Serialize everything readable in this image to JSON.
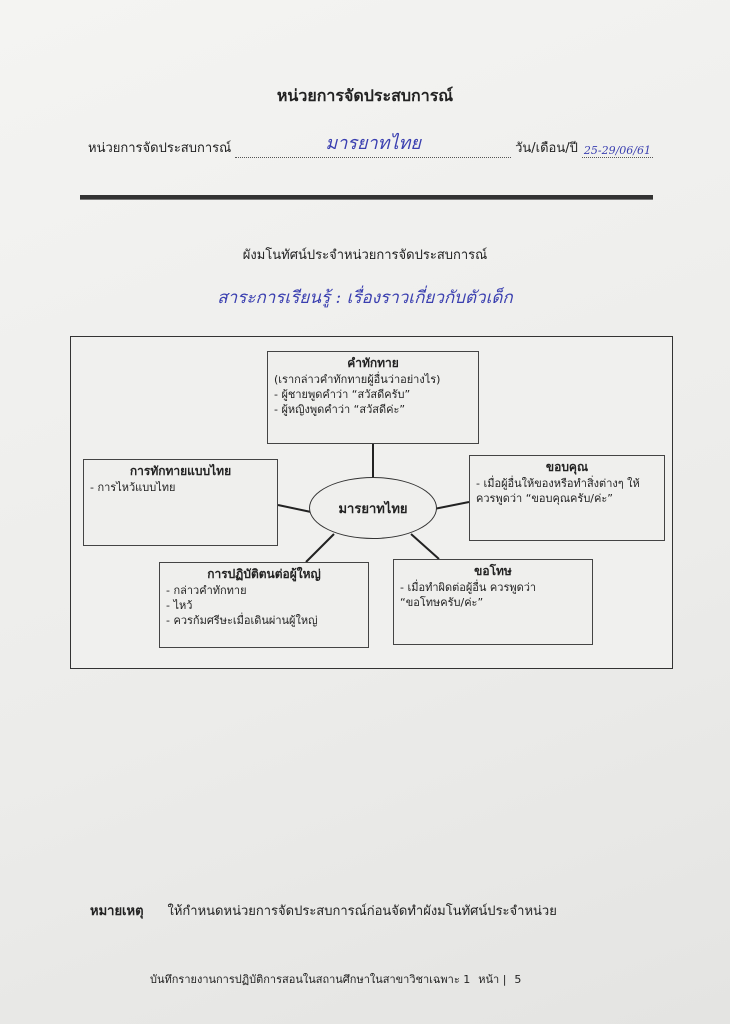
{
  "header": {
    "title": "หน่วยการจัดประสบการณ์",
    "unit_label": "หน่วยการจัดประสบการณ์",
    "unit_value": "มารยาทไทย",
    "date_label": "วัน/เดือน/ปี",
    "date_value": "25-29/06/61"
  },
  "concept_map": {
    "heading": "ผังมโนทัศน์ประจำหน่วยการจัดประสบการณ์",
    "subject": "สาระการเรียนรู้ : เรื่องราวเกี่ยวกับตัวเด็ก",
    "center": "มารยาทไทย",
    "greeting": {
      "title": "คำทักทาย",
      "lines": [
        "(เรากล่าวคำทักทายผู้อื่นว่าอย่างไร)",
        "- ผู้ชายพูดคำว่า “สวัสดีครับ”",
        "- ผู้หญิงพูดคำว่า “สวัสดีค่ะ”"
      ]
    },
    "thai_greeting": {
      "title": "การทักทายแบบไทย",
      "lines": [
        "- การไหว้แบบไทย"
      ]
    },
    "thanks": {
      "title": "ขอบคุณ",
      "lines": [
        "- เมื่อผู้อื่นให้ของหรือทำสิ่งต่างๆ ให้",
        "ควรพูดว่า “ขอบคุณครับ/ค่ะ”"
      ]
    },
    "elders": {
      "title": "การปฏิบัติตนต่อผู้ใหญ่",
      "lines": [
        "- กล่าวคำทักทาย",
        "- ไหว้",
        "- ควรก้มศรีษะเมื่อเดินผ่านผู้ใหญ่"
      ]
    },
    "sorry": {
      "title": "ขอโทษ",
      "lines": [
        "- เมื่อทำผิดต่อผู้อื่น ควรพูดว่า",
        "“ขอโทษครับ/ค่ะ”"
      ]
    }
  },
  "note": {
    "label": "หมายเหตุ",
    "text": "ให้กำหนดหน่วยการจัดประสบการณ์ก่อนจัดทำผังมโนทัศน์ประจำหน่วย"
  },
  "footer": {
    "text": "บันทึกรายงานการปฏิบัติการสอนในสถานศึกษาในสาขาวิชาเฉพาะ 1",
    "page_label": "หน้า |",
    "page_number": "5"
  }
}
